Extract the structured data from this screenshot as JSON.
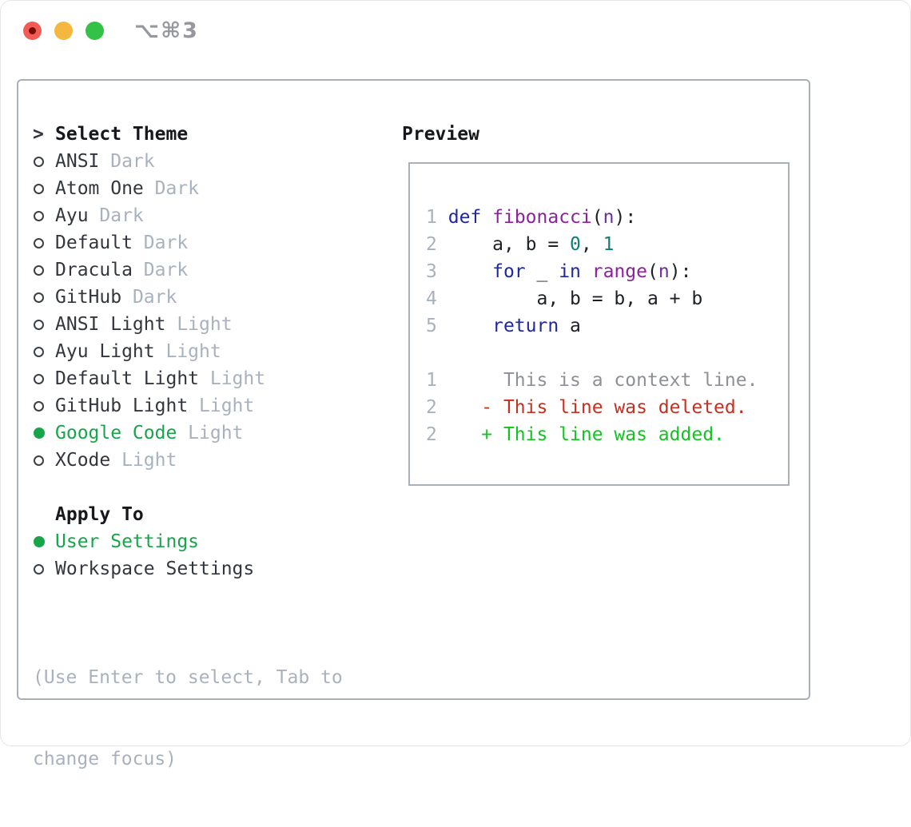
{
  "window": {
    "title": "⌥⌘3"
  },
  "theme_panel": {
    "prompt": ">",
    "header": "Select Theme",
    "themes": [
      {
        "name": "ANSI",
        "variant": "Dark",
        "selected": false
      },
      {
        "name": "Atom One",
        "variant": "Dark",
        "selected": false
      },
      {
        "name": "Ayu",
        "variant": "Dark",
        "selected": false
      },
      {
        "name": "Default",
        "variant": "Dark",
        "selected": false
      },
      {
        "name": "Dracula",
        "variant": "Dark",
        "selected": false
      },
      {
        "name": "GitHub",
        "variant": "Dark",
        "selected": false
      },
      {
        "name": "ANSI Light",
        "variant": "Light",
        "selected": false
      },
      {
        "name": "Ayu Light",
        "variant": "Light",
        "selected": false
      },
      {
        "name": "Default Light",
        "variant": "Light",
        "selected": false
      },
      {
        "name": "GitHub Light",
        "variant": "Light",
        "selected": false
      },
      {
        "name": "Google Code",
        "variant": "Light",
        "selected": true
      },
      {
        "name": "XCode",
        "variant": "Light",
        "selected": false
      }
    ],
    "apply_to": {
      "header": "Apply To",
      "options": [
        {
          "name": "User Settings",
          "selected": true
        },
        {
          "name": "Workspace Settings",
          "selected": false
        }
      ]
    },
    "help": [
      "(Use Enter to select, Tab to",
      "change focus)"
    ]
  },
  "preview": {
    "label": "Preview",
    "code_lines": [
      {
        "num": "1",
        "segments": [
          {
            "t": "def",
            "c": "kw"
          },
          {
            "t": " ",
            "c": "plain"
          },
          {
            "t": "fibonacci",
            "c": "fn"
          },
          {
            "t": "(",
            "c": "plain"
          },
          {
            "t": "n",
            "c": "param"
          },
          {
            "t": "):",
            "c": "plain"
          }
        ]
      },
      {
        "num": "2",
        "segments": [
          {
            "t": "    a, b = ",
            "c": "plain"
          },
          {
            "t": "0",
            "c": "num"
          },
          {
            "t": ", ",
            "c": "plain"
          },
          {
            "t": "1",
            "c": "num"
          }
        ]
      },
      {
        "num": "3",
        "segments": [
          {
            "t": "    ",
            "c": "plain"
          },
          {
            "t": "for",
            "c": "kw"
          },
          {
            "t": " _ ",
            "c": "plain"
          },
          {
            "t": "in",
            "c": "kw"
          },
          {
            "t": " ",
            "c": "plain"
          },
          {
            "t": "range",
            "c": "fn"
          },
          {
            "t": "(",
            "c": "plain"
          },
          {
            "t": "n",
            "c": "param"
          },
          {
            "t": "):",
            "c": "plain"
          }
        ]
      },
      {
        "num": "4",
        "segments": [
          {
            "t": "        a, b = b, a + b",
            "c": "plain"
          }
        ]
      },
      {
        "num": "5",
        "segments": [
          {
            "t": "    ",
            "c": "plain"
          },
          {
            "t": "return",
            "c": "kw"
          },
          {
            "t": " a",
            "c": "plain"
          }
        ]
      }
    ],
    "diff_lines": [
      {
        "num": "1",
        "sign": " ",
        "text": "This is a context line.",
        "type": "context"
      },
      {
        "num": "2",
        "sign": "-",
        "text": "This line was deleted.",
        "type": "deleted"
      },
      {
        "num": "2",
        "sign": "+",
        "text": "This line was added.",
        "type": "added"
      }
    ]
  },
  "colors": {
    "text": "#33373d",
    "muted": "#a8b2bf",
    "accent_green": "#17a54a",
    "border_gray": "#a9b0ba",
    "keyword_blue": "#1f27a3",
    "function_purple": "#8f1f9e",
    "param_purple": "#6b2f9c",
    "number_teal": "#0d7d78",
    "code_plain": "#1d2025",
    "diff_red": "#c5301f",
    "diff_green": "#12c420",
    "diff_gray": "#8d9096",
    "traffic_red": "#f25c54",
    "traffic_red_dot": "#7a0d05",
    "traffic_yellow": "#f4b73f",
    "traffic_green": "#33c148"
  }
}
